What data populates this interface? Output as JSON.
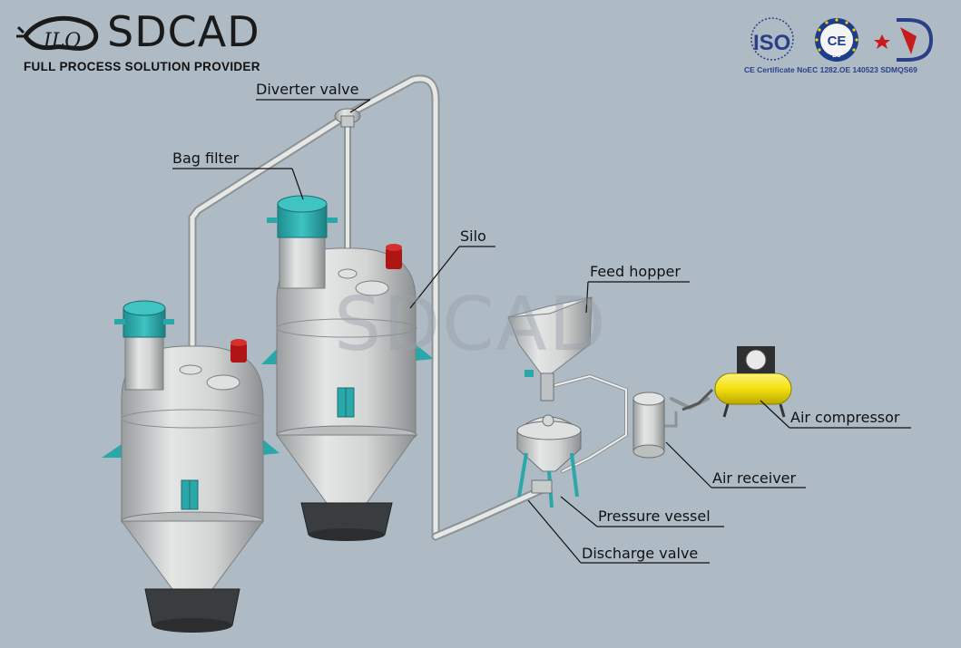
{
  "brand": {
    "name": "SDCAD",
    "tagline": "FULL PROCESS SOLUTION PROVIDER",
    "watermark": "SDCAD"
  },
  "certifications": {
    "iso_badge": "ISO",
    "ce_badge": "CE",
    "eu_text": "EU",
    "caption": "CE Certificate NoEC 1282.OE 140523 SDMQS69"
  },
  "labels": {
    "diverter_valve": "Diverter valve",
    "bag_filter": "Bag filter",
    "silo": "Silo",
    "feed_hopper": "Feed hopper",
    "air_compressor": "Air compressor",
    "air_receiver": "Air receiver",
    "pressure_vessel": "Pressure vessel",
    "discharge_valve": "Discharge valve"
  },
  "colors": {
    "background": "#aebbc5",
    "steel": "#c9cccd",
    "teal": "#2aa7a8",
    "red_valve": "#b01515",
    "compressor_yellow": "#f3e010"
  }
}
